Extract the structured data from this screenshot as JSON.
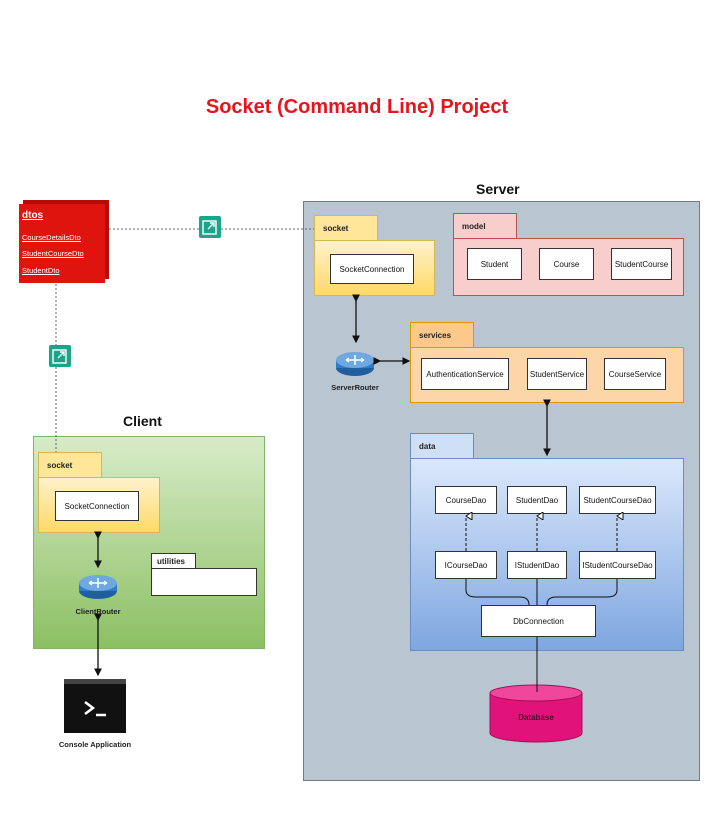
{
  "title": "Socket (Command Line) Project",
  "server": {
    "label": "Server",
    "socket": {
      "tab": "socket",
      "box": "SocketConnection"
    },
    "model": {
      "tab": "model",
      "items": [
        "Student",
        "Course",
        "StudentCourse"
      ]
    },
    "services": {
      "tab": "services",
      "items": [
        "AuthenticationService",
        "StudentService",
        "CourseService"
      ]
    },
    "data": {
      "tab": "data",
      "daos": [
        "CourseDao",
        "StudentDao",
        "StudentCourseDao"
      ],
      "interfaces": [
        "ICourseDao",
        "IStudentDao",
        "IStudentCourseDao"
      ],
      "connection": "DbConnection"
    },
    "router": "ServerRouter",
    "database": "Database"
  },
  "client": {
    "label": "Client",
    "socket": {
      "tab": "socket",
      "box": "SocketConnection"
    },
    "utilities": {
      "tab": "utilities"
    },
    "router": "ClientRouter",
    "console": "Console Application"
  },
  "dtos": {
    "title": "dtos",
    "items": [
      "CourseDetailsDto",
      "StudentCourseDto",
      "StudentDto"
    ]
  },
  "colors": {
    "title": "#e8141c",
    "server_bg": "#b9c6d1",
    "client_bg": "#a9d18e",
    "socket": "#ffe699",
    "model": "#f8cecc",
    "services": "#fcd5a8",
    "data": "#a9c4eb",
    "database": "#e0137a",
    "dtos": "#e0140e",
    "share_icon": "#1aa58a"
  }
}
